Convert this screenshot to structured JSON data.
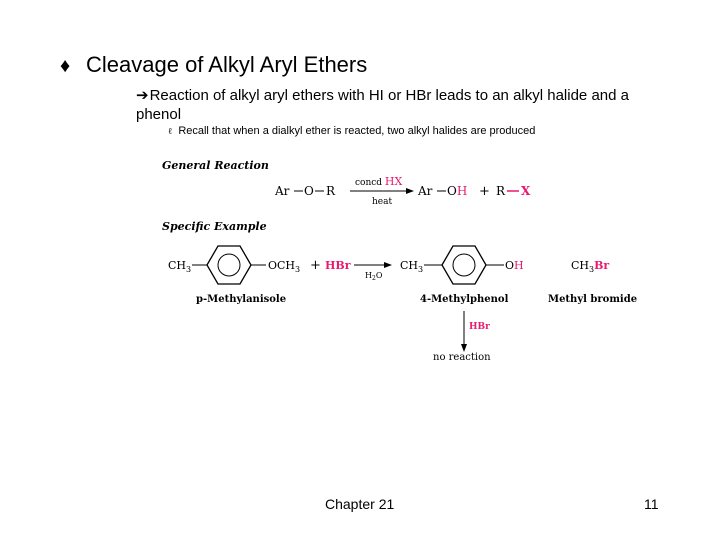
{
  "slide": {
    "title": "Cleavage of Alkyl Aryl Ethers",
    "bullet_symbol": "♦",
    "point1": {
      "arrow": "➔",
      "text": "Reaction of alkyl aryl ethers with HI or HBr leads to an alkyl halide and a phenol"
    },
    "point2": {
      "marker": "ℓ",
      "text": "Recall that when a dialkyl ether is reacted, two alkyl halides are produced"
    },
    "footer": {
      "chapter": "Chapter 21",
      "page": "11"
    }
  },
  "diagram": {
    "general": {
      "heading": "General Reaction",
      "reactant_ar": "Ar",
      "reactant_o": "O",
      "reactant_r": "R",
      "reagent_prefix": "concd ",
      "reagent_hx": "HX",
      "condition": "heat",
      "product_ar": "Ar",
      "product_oh_o": "O",
      "product_oh_h": "H",
      "plus": "+",
      "product_r": "R",
      "product_x": "X"
    },
    "specific": {
      "heading": "Specific Example",
      "ch3_left": "CH",
      "ch3_left_sub": "3",
      "och3": "OCH",
      "och3_sub": "3",
      "plus": "+",
      "hbr": "HBr",
      "water": "H",
      "water_sub": "2",
      "water_o": "O",
      "ch3_prod": "CH",
      "ch3_prod_sub": "3",
      "oh_o": "O",
      "oh_h": "H",
      "methyl_ch": "CH",
      "methyl_sub": "3",
      "methyl_br": "Br",
      "name_reactant": "p-Methylanisole",
      "name_phenol": "4-Methylphenol",
      "name_bromide": "Methyl bromide",
      "hbr_down": "HBr",
      "no_reaction": "no reaction"
    },
    "colors": {
      "accent": "#e8196f",
      "text": "#000000"
    }
  }
}
